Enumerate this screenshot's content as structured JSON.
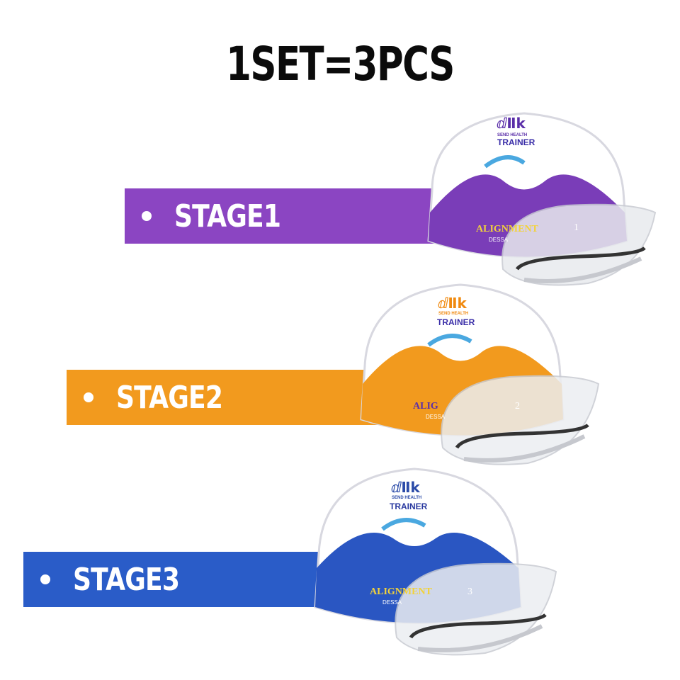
{
  "headline": "1SET=3PCS",
  "stages": [
    {
      "label": "STAGE1",
      "color": "#8b45c2",
      "case": {
        "brand": "SEND HEALTH",
        "trainer": "TRAINER",
        "word": "ALIGNMENT",
        "sub": "DESSA",
        "number": "1",
        "accent": "#7a3db8",
        "logo_color": "#5a2ea8"
      }
    },
    {
      "label": "STAGE2",
      "color": "#f29a1e",
      "case": {
        "brand": "SEND HEALTH",
        "trainer": "TRAINER",
        "word": "ALIG",
        "sub": "DESSA",
        "number": "2",
        "accent": "#f29a1e",
        "logo_color": "#f08a10"
      }
    },
    {
      "label": "STAGE3",
      "color": "#2a5cc8",
      "case": {
        "brand": "SEND HEALTH",
        "trainer": "TRAINER",
        "word": "ALIGNMENT",
        "sub": "DESSA",
        "number": "3",
        "accent": "#2a56c2",
        "logo_color": "#2a4aa8"
      }
    }
  ]
}
